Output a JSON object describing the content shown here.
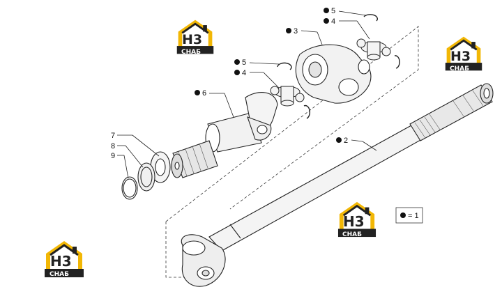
{
  "callouts": [
    {
      "id": "c5a",
      "label": "5",
      "dot": true
    },
    {
      "id": "c4a",
      "label": "4",
      "dot": true
    },
    {
      "id": "c3",
      "label": "3",
      "dot": true
    },
    {
      "id": "c5b",
      "label": "5",
      "dot": true
    },
    {
      "id": "c4b",
      "label": "4",
      "dot": true
    },
    {
      "id": "c6",
      "label": "6",
      "dot": true
    },
    {
      "id": "c2",
      "label": "2",
      "dot": true
    },
    {
      "id": "c7",
      "label": "7",
      "dot": false
    },
    {
      "id": "c8",
      "label": "8",
      "dot": false
    },
    {
      "id": "c9",
      "label": "9",
      "dot": false
    }
  ],
  "legend": {
    "text": "= 1"
  },
  "watermark": {
    "letters": "H3",
    "sub": "CHAБ"
  },
  "colors": {
    "logo_yellow": "#f2b705",
    "logo_dark": "#222222",
    "line": "#222222"
  }
}
